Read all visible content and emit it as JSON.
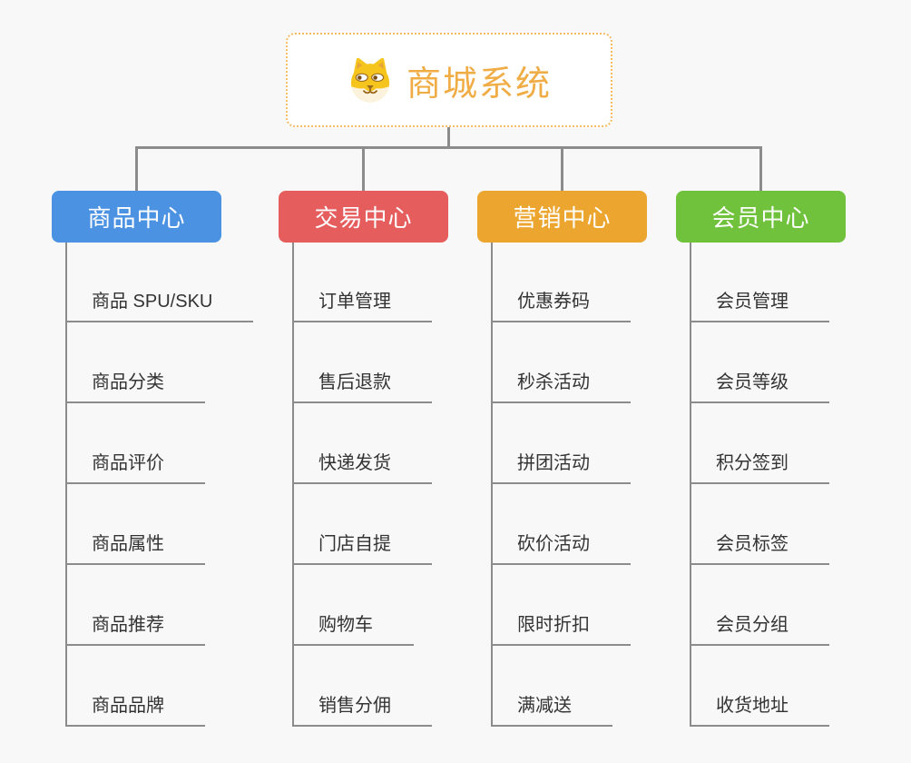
{
  "root": {
    "title": "商城系统",
    "icon": "dog-face-icon"
  },
  "branches": [
    {
      "label": "商品中心",
      "color": "#4B92E3",
      "items": [
        "商品 SPU/SKU",
        "商品分类",
        "商品评价",
        "商品属性",
        "商品推荐",
        "商品品牌"
      ]
    },
    {
      "label": "交易中心",
      "color": "#E65D5D",
      "items": [
        "订单管理",
        "售后退款",
        "快递发货",
        "门店自提",
        "购物车",
        "销售分佣"
      ]
    },
    {
      "label": "营销中心",
      "color": "#ECA62F",
      "items": [
        "优惠券码",
        "秒杀活动",
        "拼团活动",
        "砍价活动",
        "限时折扣",
        "满减送"
      ]
    },
    {
      "label": "会员中心",
      "color": "#70C13C",
      "items": [
        "会员管理",
        "会员等级",
        "积分签到",
        "会员标签",
        "会员分组",
        "收货地址"
      ]
    }
  ],
  "palette": {
    "background": "#F8F8F8",
    "connector": "#8C8C8C",
    "root_background": "#FFFFFF",
    "root_border": "#F4BC64",
    "root_title_color": "#F0AC45",
    "item_text_color": "#333333",
    "branch_text_color": "#FFFFFF"
  }
}
